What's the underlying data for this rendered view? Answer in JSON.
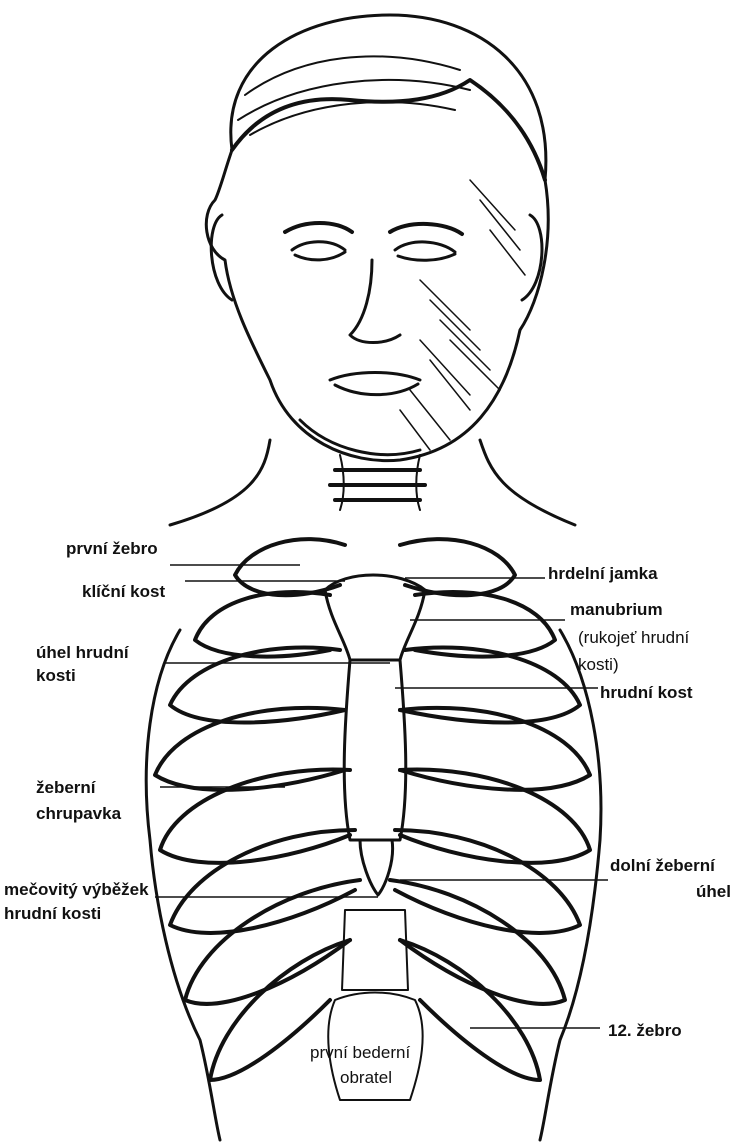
{
  "labels": {
    "prvni_zebro": "první žebro",
    "klicni_kost": "klíční kost",
    "uhel_hrudni_kosti_1": "úhel hrudní",
    "uhel_hrudni_kosti_2": "kosti",
    "zeberni_chrupavka_1": "žeberní",
    "zeberni_chrupavka_2": "chrupavka",
    "mecovity_vybezek_1": "mečovitý výběžek",
    "mecovity_vybezek_2": "hrudní kosti",
    "hrdelni_jamka": "hrdelní jamka",
    "manubrium": "manubrium",
    "rukojet_1": "(rukojeť hrudní",
    "rukojet_2": "kosti)",
    "hrudni_kost": "hrudní  kost",
    "dolni_zeberni_uhel_1": "dolní žeberní",
    "dolni_zeberni_uhel_2": "úhel",
    "zebro_12": "12. žebro",
    "prvni_bederni_obratel_1": "první bederní",
    "prvni_bederni_obratel_2": "obratel"
  },
  "colors": {
    "ink": "#111111",
    "paper": "#ffffff",
    "shade": "#2a2a2a"
  }
}
